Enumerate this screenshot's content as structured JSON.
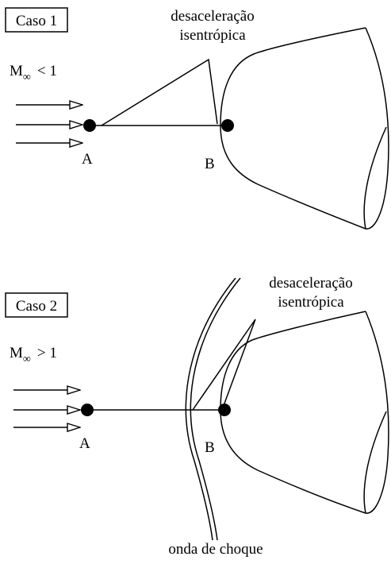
{
  "case1": {
    "box_label": "Caso 1",
    "mach_symbol": "M",
    "mach_subscript": "∞",
    "mach_condition": "< 1",
    "point_a": "A",
    "point_b": "B",
    "annotation_line1": "desaceleração",
    "annotation_line2": "isentrópica"
  },
  "case2": {
    "box_label": "Caso 2",
    "mach_symbol": "M",
    "mach_subscript": "∞",
    "mach_condition": "> 1",
    "point_a": "A",
    "point_b": "B",
    "annotation_line1": "desaceleração",
    "annotation_line2": "isentrópica",
    "shock_label": "onda de choque"
  }
}
